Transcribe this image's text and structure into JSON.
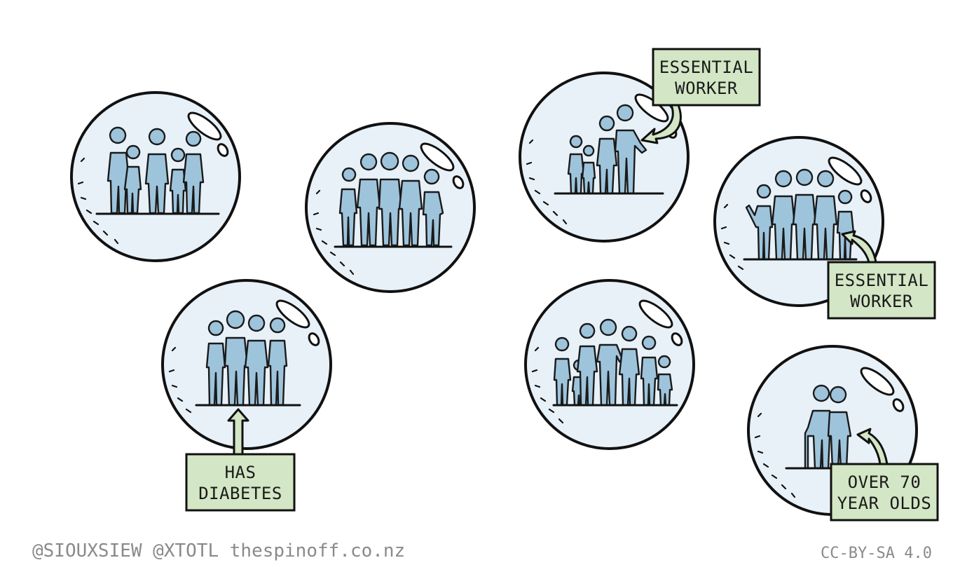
{
  "labels": {
    "essential_worker_top": [
      "ESSENTIAL",
      "WORKER"
    ],
    "essential_worker_right": [
      "ESSENTIAL",
      "WORKER"
    ],
    "has_diabetes": [
      "HAS",
      "DIABETES"
    ],
    "over_70": [
      "OVER 70",
      "YEAR OLDS"
    ]
  },
  "credits": {
    "authors": "@SIOUXSIEW @XTOTL thespinoff.co.nz",
    "license": "CC-BY-SA 4.0"
  },
  "colors": {
    "bubble_fill": "#e8f1f8",
    "figure_fill": "#9ec4dc",
    "label_fill": "#d3e6c5",
    "credit_text": "#8a8a8a"
  }
}
